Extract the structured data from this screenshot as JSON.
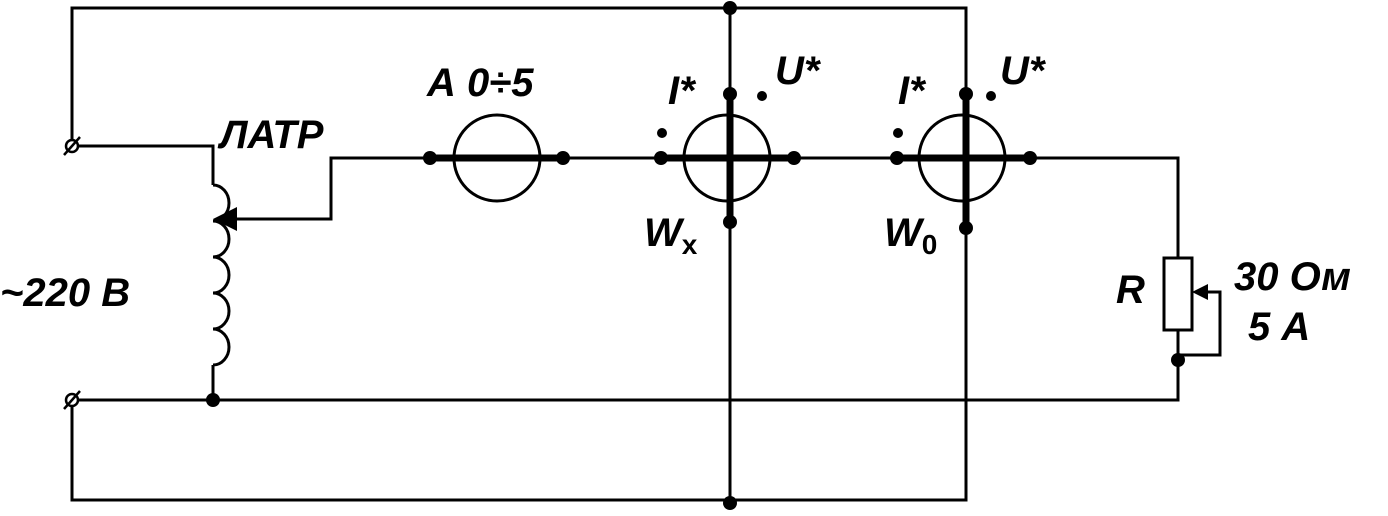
{
  "labels": {
    "latr": "ЛАТР",
    "source_voltage": "~220 В",
    "ammeter": "А 0÷5",
    "wx_current": "I*",
    "wx_voltage": "U*",
    "wx_name": "W",
    "wx_sub": "x",
    "w0_current": "I*",
    "w0_voltage": "U*",
    "w0_name": "W",
    "w0_sub": "0",
    "resistor": "R",
    "resistor_value": "30 Ом",
    "resistor_current": "5 А"
  },
  "colors": {
    "line": "#000000",
    "background": "#ffffff"
  }
}
